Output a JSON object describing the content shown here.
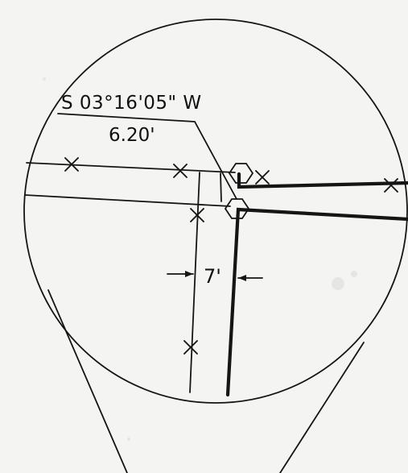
{
  "callout": {
    "bearing": "S 03°16'05\" W",
    "distance": "6.20'"
  },
  "dimension": {
    "width_label": "7'"
  },
  "icons": {
    "fence_marker": "x-mark-icon",
    "hex_monument": "hexagon-monument-icon"
  },
  "colors": {
    "ink": "#151515",
    "paper": "#f4f4f2"
  }
}
